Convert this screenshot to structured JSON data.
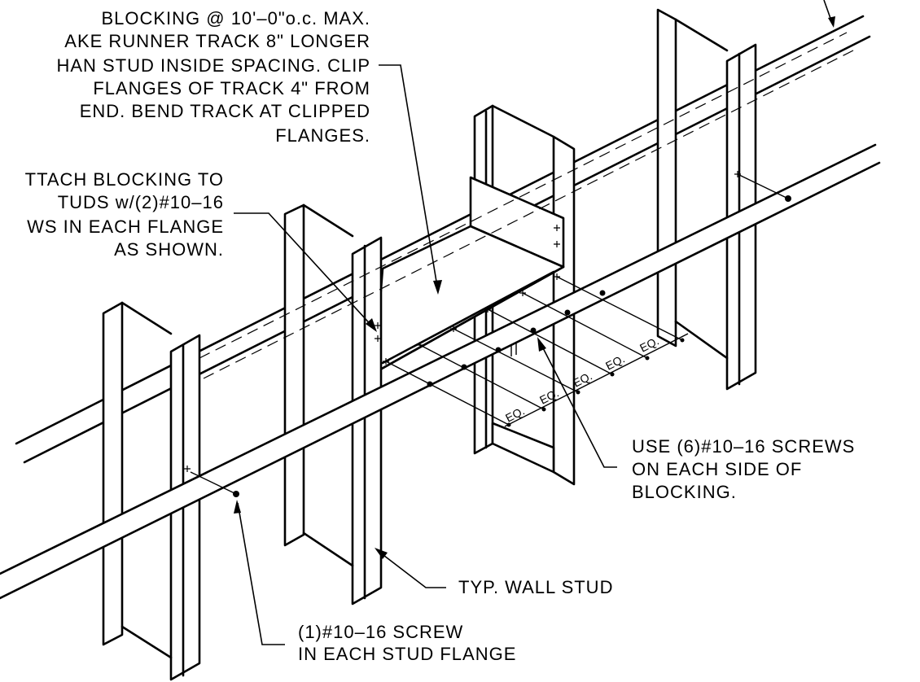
{
  "notes": {
    "blocking": [
      "BLOCKING @ 10'–0\"o.c. MAX.",
      "AKE RUNNER TRACK 8\" LONGER",
      "HAN STUD INSIDE SPACING. CLIP",
      "FLANGES OF TRACK 4\" FROM",
      "END. BEND TRACK AT CLIPPED",
      "FLANGES."
    ],
    "attach": [
      "TTACH BLOCKING TO",
      "TUDS w/(2)#10–16",
      "WS IN EACH FLANGE",
      "AS SHOWN."
    ],
    "six_screws": [
      "USE (6)#10–16 SCREWS",
      "ON EACH SIDE OF",
      "BLOCKING."
    ],
    "wall_stud": "TYP. WALL STUD",
    "one_screw": [
      "(1)#10–16 SCREW",
      "IN EACH STUD FLANGE"
    ]
  },
  "dims": [
    "EQ.",
    "EQ.",
    "EQ.",
    "EQ.",
    "EQ."
  ]
}
